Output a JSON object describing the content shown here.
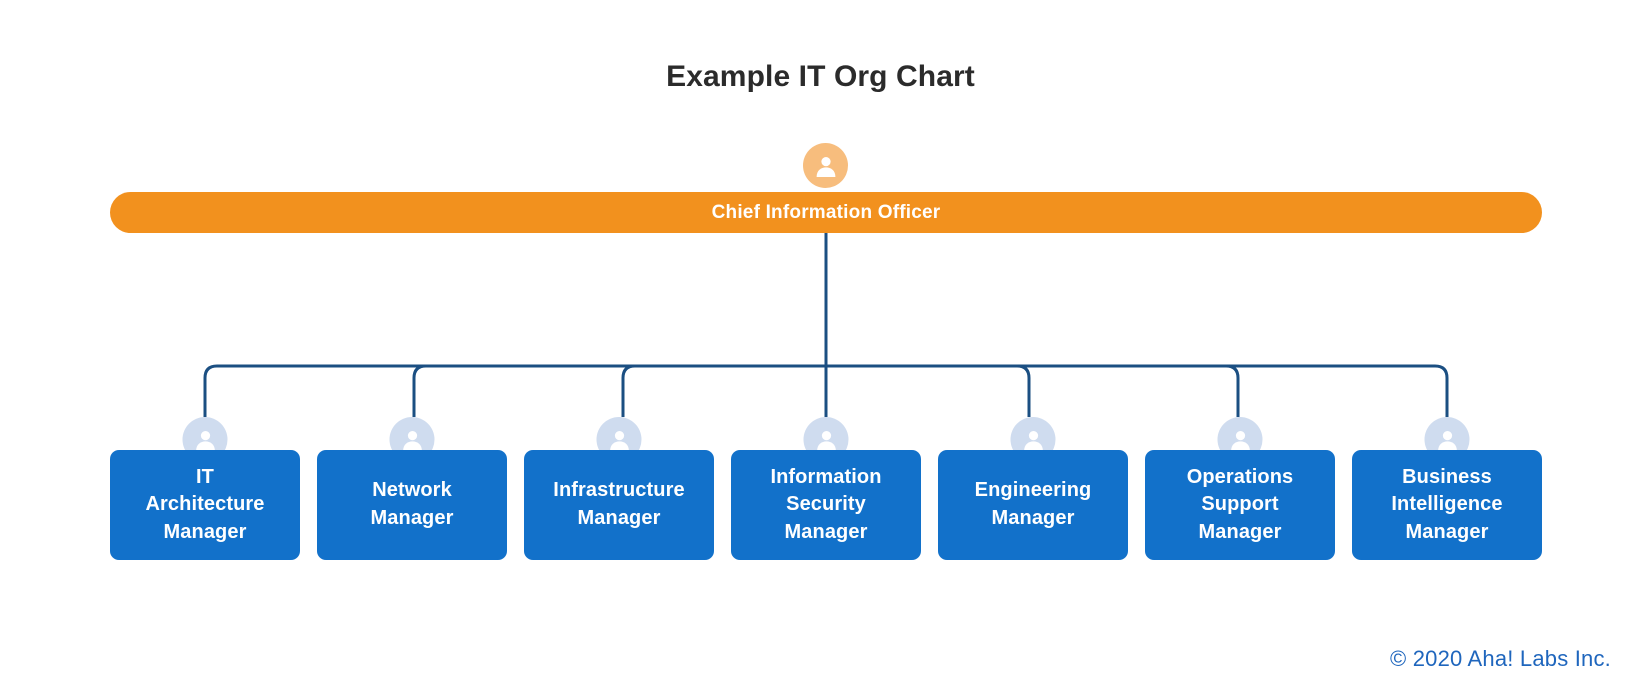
{
  "title": "Example IT Org Chart",
  "footer": "© 2020 Aha! Labs Inc.",
  "colors": {
    "root_fill": "#f2911e",
    "root_avatar_fill": "#f7bd7d",
    "leaf_fill": "#1271ca",
    "leaf_avatar_fill": "#cfdcef",
    "connector_stroke": "#1b4f82",
    "title_text": "#2b2b2b",
    "footer_text": "#1f66bd",
    "node_text": "#ffffff",
    "background": "#ffffff"
  },
  "chart_data": {
    "type": "org-chart",
    "title": "Example IT Org Chart",
    "root": {
      "label": "Chief Information Officer",
      "avatar_icon": "person-avatar-icon"
    },
    "children": [
      {
        "label": "IT\nArchitecture\nManager",
        "avatar_icon": "person-avatar-icon"
      },
      {
        "label": "Network\nManager",
        "avatar_icon": "person-avatar-icon"
      },
      {
        "label": "Infrastructure\nManager",
        "avatar_icon": "person-avatar-icon"
      },
      {
        "label": "Information\nSecurity\nManager",
        "avatar_icon": "person-avatar-icon"
      },
      {
        "label": "Engineering\nManager",
        "avatar_icon": "person-avatar-icon"
      },
      {
        "label": "Operations\nSupport\nManager",
        "avatar_icon": "person-avatar-icon"
      },
      {
        "label": "Business\nIntelligence\nManager",
        "avatar_icon": "person-avatar-icon"
      }
    ],
    "levels": 2,
    "child_count": 7,
    "legend": [],
    "grid": false
  }
}
